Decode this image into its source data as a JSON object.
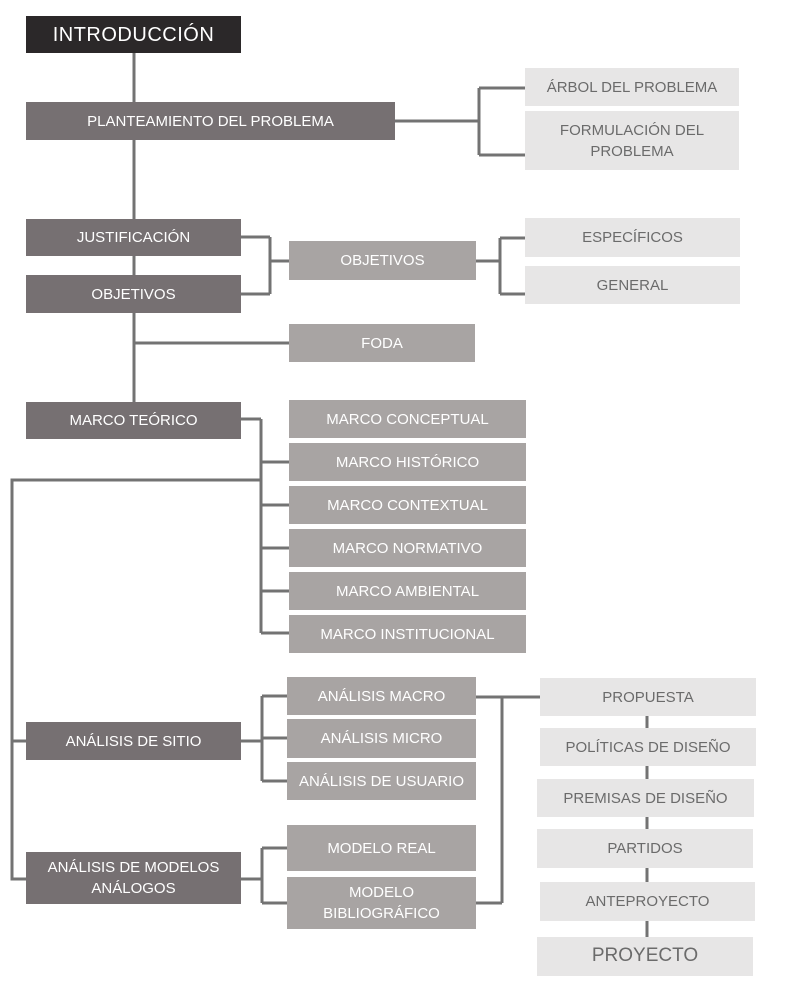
{
  "colors": {
    "title_box": "#2b2829",
    "main_box": "#767072",
    "mid_box": "#a8a4a3",
    "light_box": "#e7e6e6",
    "connector": "#737373"
  },
  "nodes": {
    "introduccion": "INTRODUCCIÓN",
    "planteamiento": "PLANTEAMIENTO DEL PROBLEMA",
    "arbol": "ÁRBOL DEL PROBLEMA",
    "formulacion": "FORMULACIÓN DEL PROBLEMA",
    "justificacion": "JUSTIFICACIÓN",
    "objetivos_main": "OBJETIVOS",
    "objetivos_mid": "OBJETIVOS",
    "especificos": "ESPECÍFICOS",
    "general": "GENERAL",
    "foda": "FODA",
    "marco_teorico": "MARCO TEÓRICO",
    "marco_conceptual": "MARCO CONCEPTUAL",
    "marco_historico": "MARCO HISTÓRICO",
    "marco_contextual": "MARCO CONTEXTUAL",
    "marco_normativo": "MARCO NORMATIVO",
    "marco_ambiental": "MARCO AMBIENTAL",
    "marco_institucional": "MARCO INSTITUCIONAL",
    "analisis_sitio": "ANÁLISIS DE SITIO",
    "analisis_macro": "ANÁLISIS MACRO",
    "analisis_micro": "ANÁLISIS MICRO",
    "analisis_usuario": "ANÁLISIS DE USUARIO",
    "analisis_modelos": "ANÁLISIS DE MODELOS ANÁLOGOS",
    "modelo_real": "MODELO REAL",
    "modelo_bibliografico": "MODELO BIBLIOGRÁFICO",
    "propuesta": "PROPUESTA",
    "politicas": "POLÍTICAS DE DISEÑO",
    "premisas": "PREMISAS DE DISEÑO",
    "partidos": "PARTIDOS",
    "anteproyecto": "ANTEPROYECTO",
    "proyecto": "PROYECTO"
  }
}
